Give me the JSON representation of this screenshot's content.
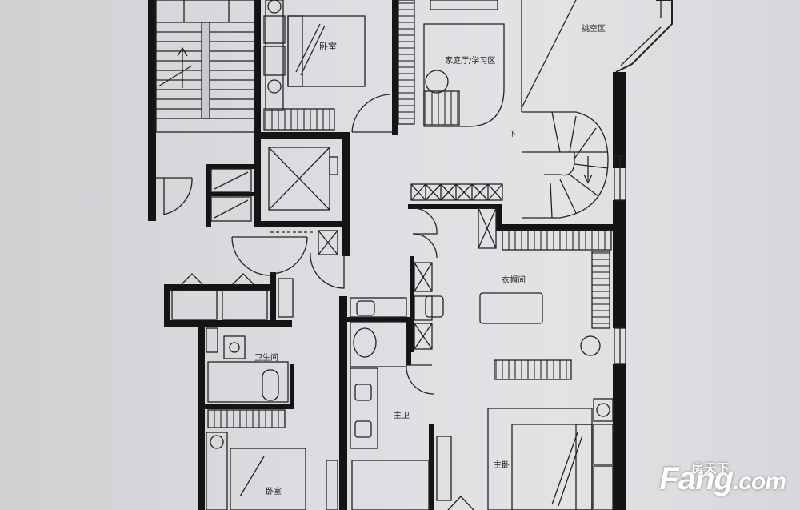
{
  "rooms": {
    "bedroom_top": "卧室",
    "family_room": "家庭厅/学习区",
    "void_area": "挑空区",
    "stair_down": "下",
    "walk_in_closet": "衣帽间",
    "bathroom": "卫生间",
    "master_bath": "主卫",
    "master_bedroom": "主卧",
    "bedroom_bottom": "卧室"
  },
  "watermark": {
    "tagline": "房天下",
    "brand": "Fang",
    "suffix": ".com"
  }
}
